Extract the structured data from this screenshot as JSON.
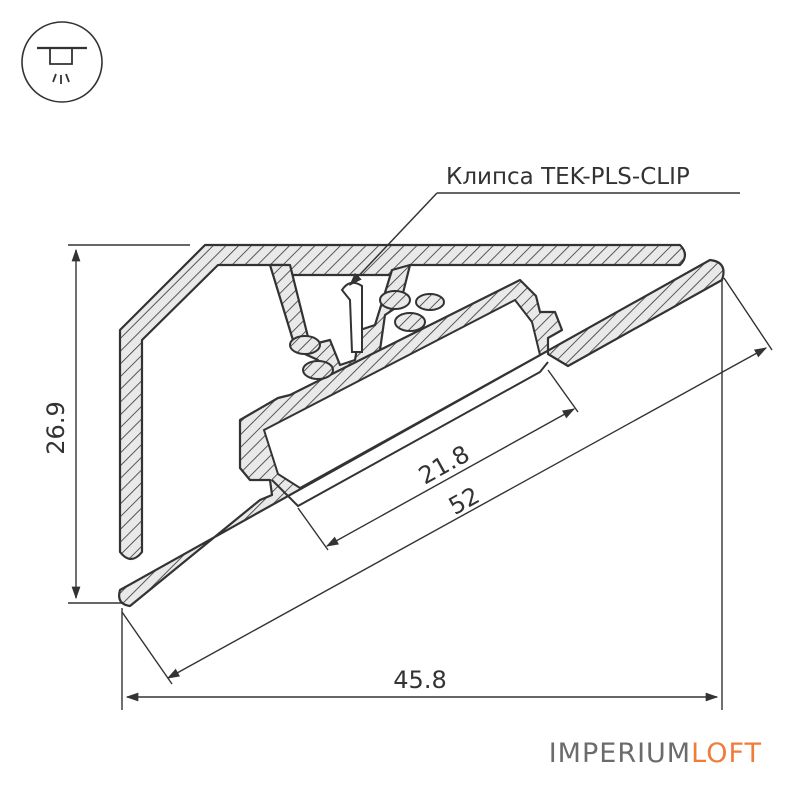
{
  "mount_icon": {
    "name": "ceiling-light-icon"
  },
  "callout": {
    "label": "Клипса TEK-PLS-CLIP"
  },
  "dimensions": {
    "height": "26.9",
    "width": "45.8",
    "diagonal_length": "52",
    "inner_width": "21.8"
  },
  "brand": {
    "part1": "IMPERIUM",
    "part2": "LOFT",
    "color1": "#6b6b6b",
    "color2": "#f07c3a"
  },
  "colors": {
    "line": "#333333",
    "profile_fill": "#e9e9e9"
  }
}
